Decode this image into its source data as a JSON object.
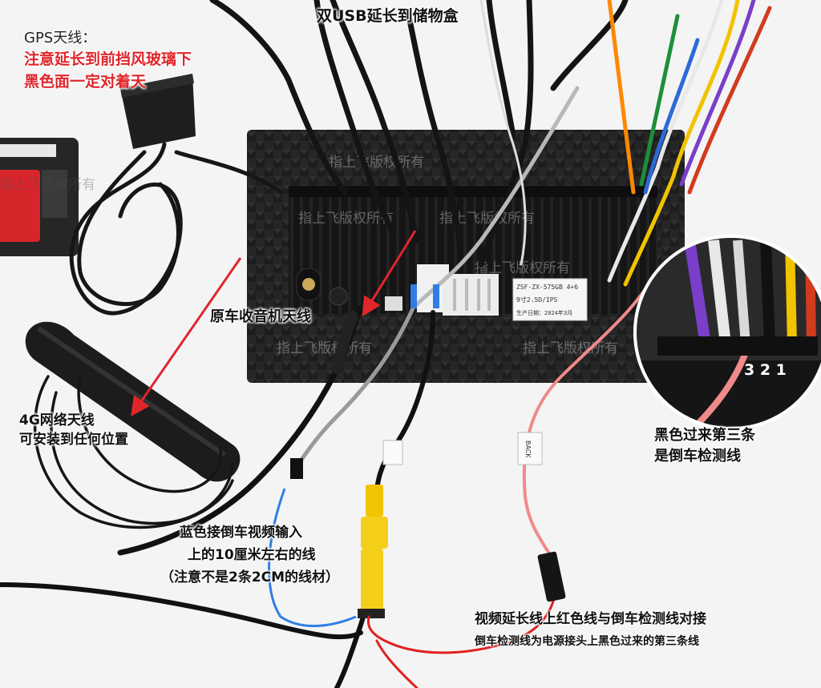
{
  "annotations": {
    "gps_title": "GPS天线：",
    "gps_note_1": "注意延长到前挡风玻璃下",
    "gps_note_2": "黑色面一定对着天",
    "dual_usb": "双USB延长到储物盒",
    "radio_antenna": "原车收音机天线",
    "network_4g_1": "4G网络天线",
    "network_4g_2": "可安装到任何位置",
    "reverse_detect_1": "黑色过来第三条",
    "reverse_detect_2": "是倒车检测线",
    "pin_numbers": "3 2 1",
    "blue_wire_1": "蓝色接倒车视频输入",
    "blue_wire_2": "上的10厘米左右的线",
    "blue_wire_3": "（注意不是2条2CM的线材）",
    "video_ext_1": "视频延长线上红色线与倒车检测线对接",
    "video_ext_2": "倒车检测线为电源接头上黑色过来的第三条线"
  },
  "device_label": {
    "line1": "ZSF-ZX-575GB 4+6",
    "line2": "9寸2.5D/IPS",
    "line3": "生产日期：2024年3月"
  },
  "cable_tag": "BACK",
  "watermark": "指上飞版权所有",
  "colors": {
    "annotation_red": "#e0262b",
    "annotation_text": "#111111",
    "head_unit": "#1b1b1b",
    "background": "#f4f4f4"
  }
}
